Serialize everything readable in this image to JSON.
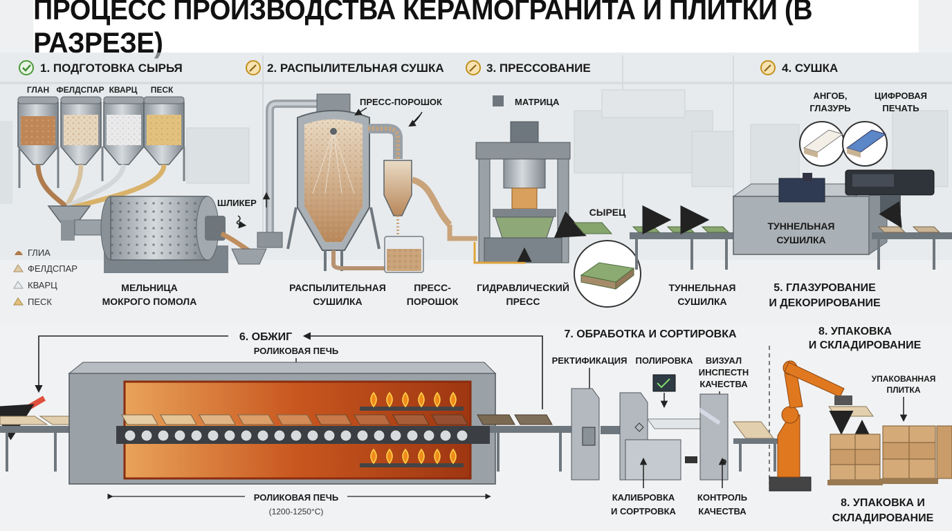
{
  "title": "ПРОЦЕСС ПРОИЗВОДСТВА КЕРАМОГРАНИТА И ПЛИТКИ (В РАЗРЕЗЕ)",
  "colors": {
    "steel": "#a9b0b6",
    "steel_dark": "#6f777e",
    "powder": "#c9a37a",
    "arrow_red": "#e0503c",
    "fire": "#f08a1c",
    "kiln_glow": "#c8561e",
    "robot_orange": "#e0781f",
    "box_tan": "#cfa473",
    "green_tile": "#7ea268"
  },
  "steps": {
    "s1": "1. ПОДГОТОВКА СЫРЬЯ",
    "s2": "2. РАСПЫЛИТЕЛЬНАЯ СУШКА",
    "s3": "3. ПРЕССОВАНИЕ",
    "s4": "4. СУШКА",
    "s5a": "5. ГЛАЗУРОВАНИЕ",
    "s5b": "И ДЕКОРИРОВАНИЕ",
    "s6": "6. ОБЖИГ",
    "s7": "7. ОБРАБОТКА И СОРТИРОВКА",
    "s8a": "8. УПАКОВКА",
    "s8b": "И СКЛАДИРОВАНИЕ",
    "s8c": "8. УПАКОВКА И",
    "s8d": "СКЛАДИРОВАНИЕ"
  },
  "step_icons": {
    "s1": "check-icon",
    "s2": "tools-icon",
    "s3": "tools-icon",
    "s4": "tools-icon"
  },
  "silos": [
    "ГЛАН",
    "ФЕЛДСПАР",
    "КВАРЦ",
    "ПЕСК"
  ],
  "legend": [
    "ГЛИА",
    "ФЕЛДСПАР",
    "КВАРЦ",
    "ПЕСК"
  ],
  "labels": {
    "mill_1": "МЕЛЬНИЦА",
    "mill_2": "МОКРОГО ПОМОЛА",
    "slip": "ШЛИКЕР",
    "press_powder_top": "ПРЕСС-ПОРОШОК",
    "spray_1": "РАСПЫЛИТЕЛЬНАЯ",
    "spray_2": "СУШИЛКА",
    "pp_1": "ПРЕСС-",
    "pp_2": "ПОРОШОК",
    "matrix": "МАТРИЦА",
    "hp_1": "ГИДРАВЛИЧЕСКИЙ",
    "hp_2": "ПРЕСС",
    "green": "СЫРЕЦ",
    "tunnel_box_1": "ТУННЕЛЬНАЯ",
    "tunnel_box_2": "СУШИЛКА",
    "tunnel_lbl_1": "ТУННЕЛЬНАЯ",
    "tunnel_lbl_2": "СУШИЛКА",
    "engobe_1": "АНГОБ,",
    "engobe_2": "ГЛАЗУРЬ",
    "digital_1": "ЦИФРОВАЯ",
    "digital_2": "ПЕЧАТЬ",
    "kiln_top": "РОЛИКОВАЯ ПЕЧЬ",
    "kiln_bottom": "РОЛИКОВАЯ ПЕЧЬ",
    "kiln_temp": "(1200-1250°С)",
    "rect": "РЕКТИФИКАЦИЯ",
    "polish": "ПОЛИРОВКА",
    "vis_1": "ВИЗУАЛ",
    "vis_2": "ИНСПЕСТН",
    "vis_3": "КАЧЕСТВА",
    "calib_1": "КАЛИБРОВКА",
    "calib_2": "И СОРТРОВКА",
    "qc_1": "КОНТРОЛЬ",
    "qc_2": "КАЧЕСТВА",
    "packed_1": "УПАКОВАННАЯ",
    "packed_2": "ПЛИТКА"
  }
}
